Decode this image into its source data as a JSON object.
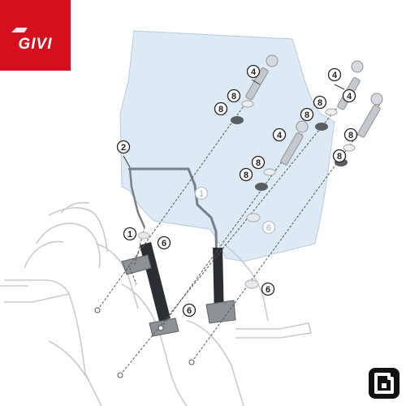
{
  "brand": {
    "logo_text": "GIVI",
    "color": "#d40f1e"
  },
  "callouts": [
    {
      "id": "c4a",
      "label": "4"
    },
    {
      "id": "c4b",
      "label": "4"
    },
    {
      "id": "c4c",
      "label": "4"
    },
    {
      "id": "c4d",
      "label": "4"
    },
    {
      "id": "c8a",
      "label": "8"
    },
    {
      "id": "c8b",
      "label": "8"
    },
    {
      "id": "c8c",
      "label": "8"
    },
    {
      "id": "c8d",
      "label": "8"
    },
    {
      "id": "c8e",
      "label": "8"
    },
    {
      "id": "c8f",
      "label": "8"
    },
    {
      "id": "c8g",
      "label": "8"
    },
    {
      "id": "c8h",
      "label": "8"
    },
    {
      "id": "c2",
      "label": "2"
    },
    {
      "id": "c1a",
      "label": "1"
    },
    {
      "id": "c1b",
      "label": "1"
    },
    {
      "id": "c6a",
      "label": "6"
    },
    {
      "id": "c6b",
      "label": "6"
    },
    {
      "id": "c6c",
      "label": "6"
    },
    {
      "id": "c6d",
      "label": "6"
    }
  ],
  "badge_icon": "hardware-kit-icon"
}
